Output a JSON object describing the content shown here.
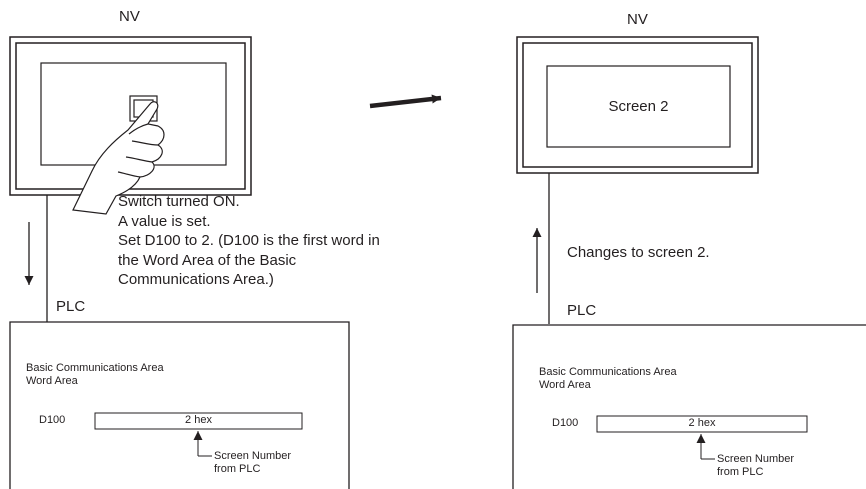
{
  "left": {
    "nv_label": "NV",
    "plc_label": "PLC",
    "description": "Switch turned ON.\nA value is set.\nSet D100 to 2. (D100 is the first word in\nthe Word Area of the Basic\nCommunications Area.)",
    "area_title": "Basic Communications Area\nWord Area",
    "register": "D100",
    "cell_value": "2 hex",
    "pointer_label": "Screen Number\nfrom PLC"
  },
  "right": {
    "nv_label": "NV",
    "screen_label": "Screen 2",
    "plc_label": "PLC",
    "description": "Changes to screen 2.",
    "area_title": "Basic Communications Area\nWord Area",
    "register": "D100",
    "cell_value": "2 hex",
    "pointer_label": "Screen Number\nfrom PLC"
  },
  "colors": {
    "ink": "#231f20",
    "background": "#ffffff"
  },
  "icons": [
    "hand-icon",
    "switch-icon",
    "right-arrow-icon",
    "down-arrow-icon",
    "up-arrow-icon"
  ]
}
